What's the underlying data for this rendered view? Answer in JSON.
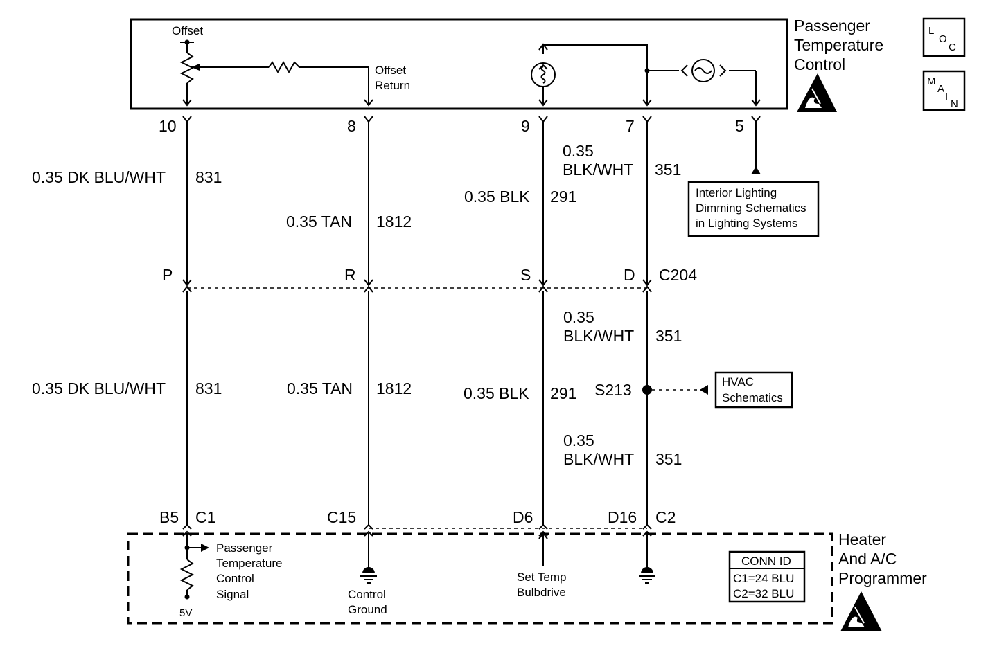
{
  "components": {
    "passenger_temp_control": [
      "Passenger",
      "Temperature",
      "Control"
    ],
    "heater_ac_programmer": [
      "Heater",
      "And A/C",
      "Programmer"
    ]
  },
  "badges": {
    "loc": [
      "L",
      "O",
      "C"
    ],
    "main": [
      "M",
      "A",
      "I",
      "N"
    ]
  },
  "internal_labels": {
    "offset": "Offset",
    "offset_return": [
      "Offset",
      "Return"
    ],
    "five_v": "5V",
    "ptc_signal": [
      "Passenger",
      "Temperature",
      "Control",
      "Signal"
    ],
    "control_ground": [
      "Control",
      "Ground"
    ],
    "set_temp": [
      "Set Temp",
      "Bulbdrive"
    ]
  },
  "pins_top": [
    "10",
    "8",
    "9",
    "7",
    "5"
  ],
  "wires_upper": {
    "w1": {
      "desc": "0.35 DK BLU/WHT",
      "circuit": "831"
    },
    "w2": {
      "desc": "0.35 TAN",
      "circuit": "1812"
    },
    "w3": {
      "desc": "0.35 BLK",
      "circuit": "291"
    },
    "w4": {
      "desc": [
        "0.35",
        "BLK/WHT"
      ],
      "circuit": "351"
    }
  },
  "connector_c204": {
    "pins": [
      "P",
      "R",
      "S",
      "D"
    ],
    "name": "C204"
  },
  "wires_lower": {
    "w1": {
      "desc": "0.35 DK BLU/WHT",
      "circuit": "831"
    },
    "w2": {
      "desc": "0.35 TAN",
      "circuit": "1812"
    },
    "w3": {
      "desc": "0.35 BLK",
      "circuit": "291"
    },
    "w4a": {
      "desc": [
        "0.35",
        "BLK/WHT"
      ],
      "circuit": "351"
    },
    "w4b": {
      "desc": [
        "0.35",
        "BLK/WHT"
      ],
      "circuit": "351"
    }
  },
  "splice": "S213",
  "pins_bottom": [
    "B5",
    "C1",
    "C15",
    "D6",
    "D16",
    "C2"
  ],
  "references": {
    "interior_lighting": [
      "Interior Lighting",
      "Dimming Schematics",
      "in Lighting Systems"
    ],
    "hvac": [
      "HVAC",
      "Schematics"
    ]
  },
  "conn_id": {
    "title": "CONN ID",
    "rows": [
      "C1=24 BLU",
      "C2=32 BLU"
    ]
  }
}
